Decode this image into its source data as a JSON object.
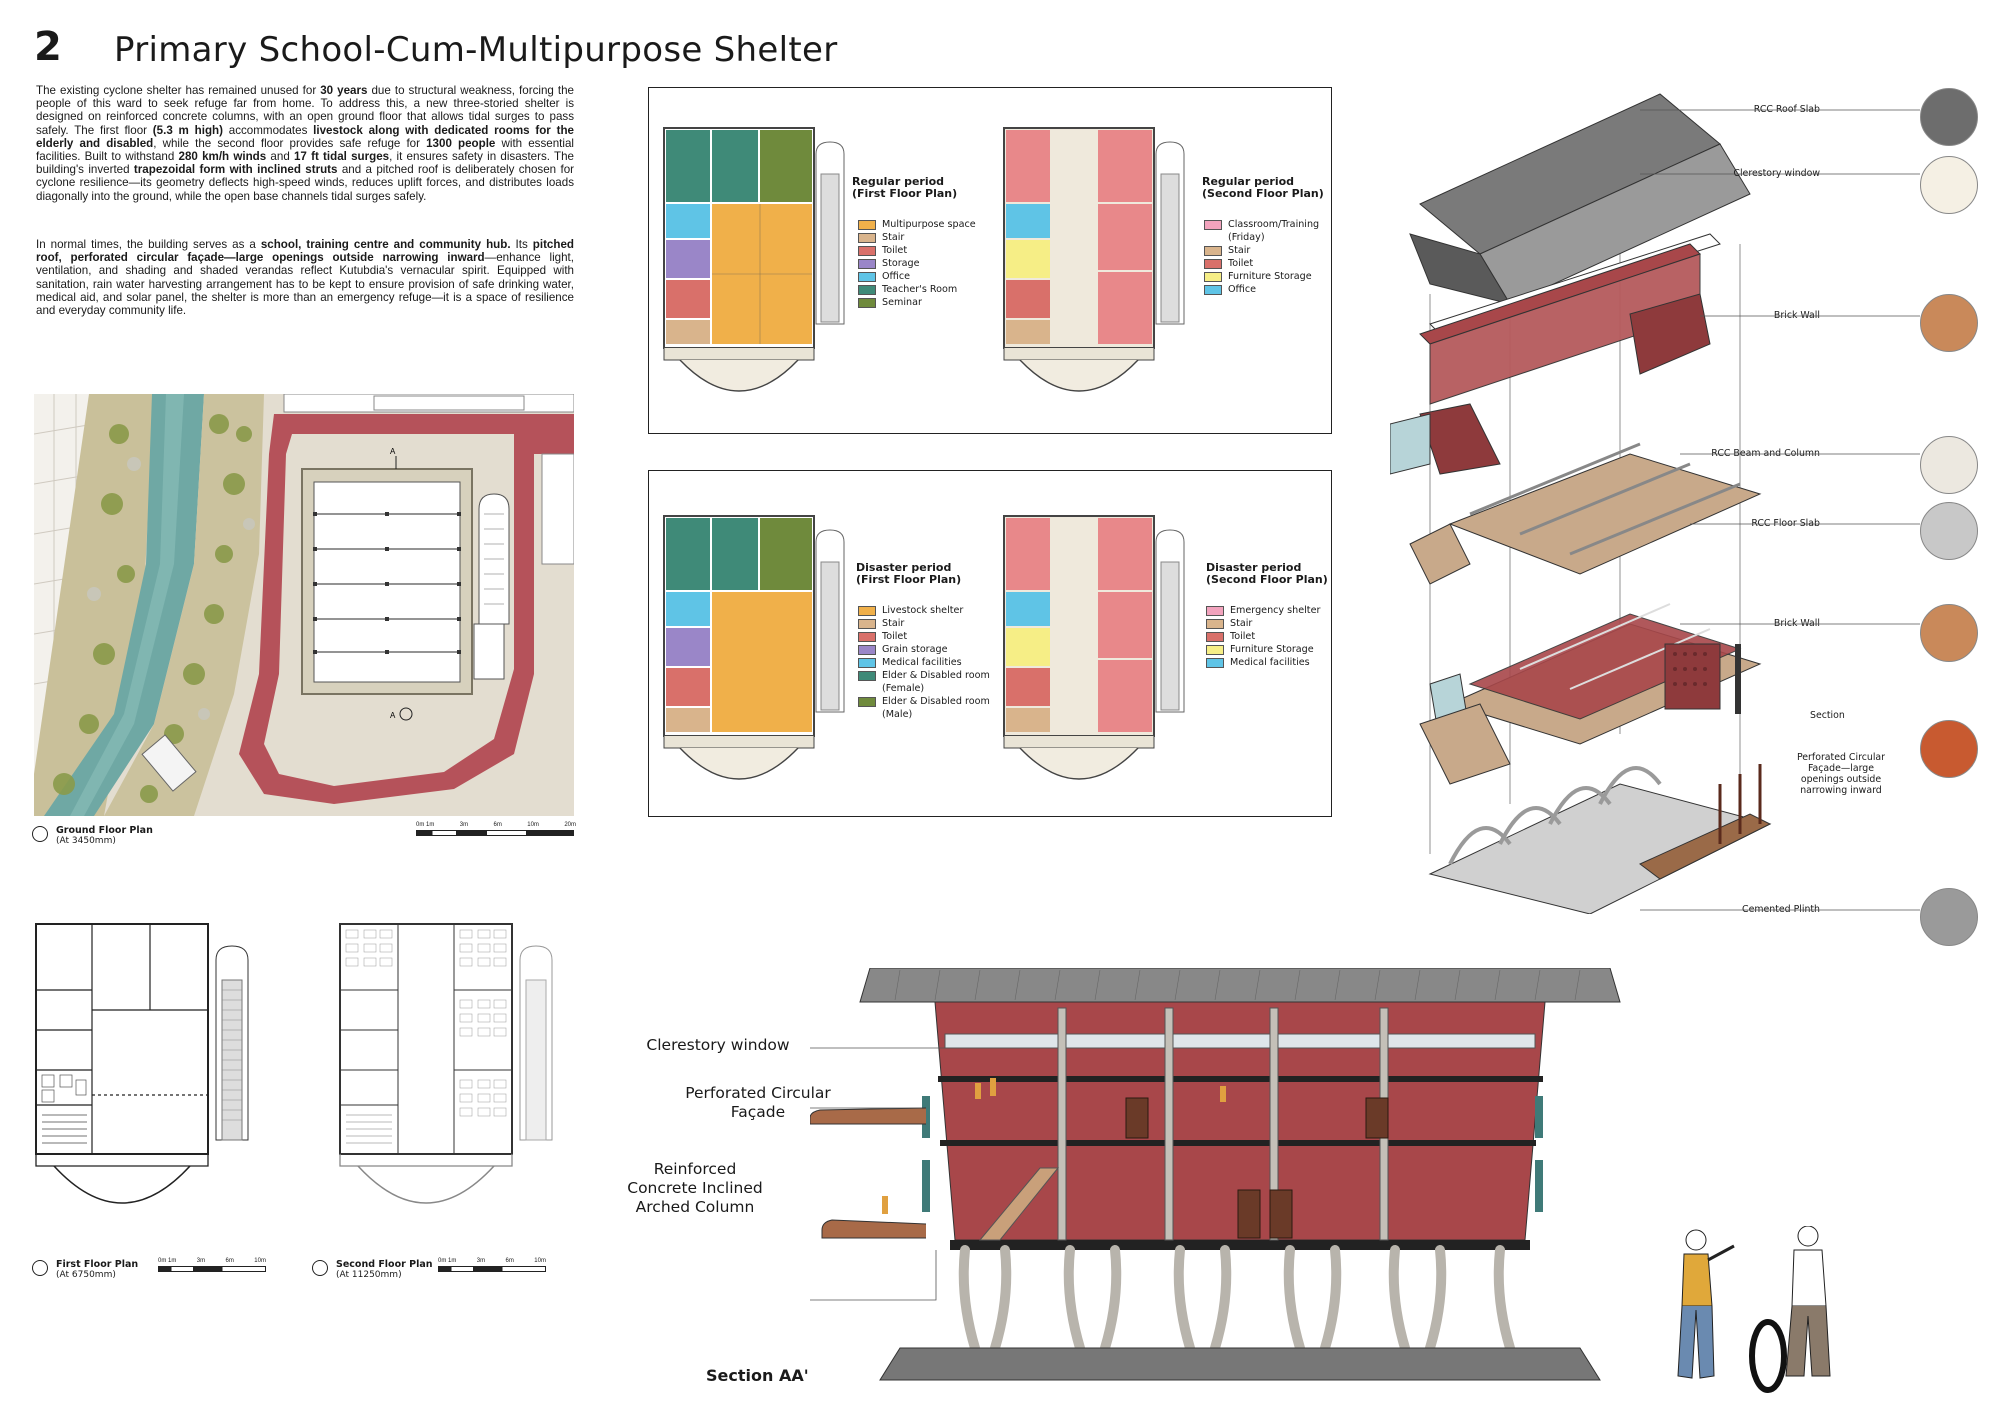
{
  "header": {
    "number": "2",
    "title": "Primary School-Cum-Multipurpose Shelter"
  },
  "intro": {
    "p1": [
      {
        "t": "The existing cyclone shelter has remained unused for "
      },
      {
        "t": "30 years",
        "b": true
      },
      {
        "t": " due to structural weakness, forcing the people of this ward to seek refuge far from home. To address this, a new three-storied shelter is designed on reinforced concrete columns, with an open ground floor that allows tidal surges to pass safely. The first floor "
      },
      {
        "t": "(5.3 m high)",
        "b": true
      },
      {
        "t": " accommodates "
      },
      {
        "t": "livestock along with dedicated rooms for the elderly and disabled",
        "b": true
      },
      {
        "t": ", while the second floor provides safe refuge for "
      },
      {
        "t": "1300 people",
        "b": true
      },
      {
        "t": " with essential facilities. Built to withstand "
      },
      {
        "t": "280 km/h winds",
        "b": true
      },
      {
        "t": " and "
      },
      {
        "t": "17 ft tidal surges",
        "b": true
      },
      {
        "t": ", it ensures safety in disasters. The building's inverted "
      },
      {
        "t": "trapezoidal form with inclined struts",
        "b": true
      },
      {
        "t": " and a pitched roof is deliberately chosen for cyclone resilience—its geometry deflects high-speed winds, reduces uplift forces, and distributes loads diagonally into the ground, while the open base channels tidal surges safely."
      }
    ],
    "p2": [
      {
        "t": "In normal times, the building serves as a "
      },
      {
        "t": "school, training centre and community hub.",
        "b": true
      },
      {
        "t": " Its "
      },
      {
        "t": "pitched roof, perforated circular façade—large openings outside narrowing inward",
        "b": true
      },
      {
        "t": "—enhance light, ventilation, and shading and shaded verandas reflect Kutubdia's vernacular spirit. Equipped with sanitation, rain water harvesting arrangement has to be kept to ensure provision of safe drinking water, medical aid, and solar panel, the shelter is more than an emergency refuge—it is a space of resilience and everyday community life."
      }
    ]
  },
  "ground_plan": {
    "title": "Ground Floor Plan",
    "sub": "(At 3450mm)",
    "marker": "A",
    "scale": [
      "0m 1m",
      "3m",
      "6m",
      "10m",
      "20m"
    ]
  },
  "first_plan": {
    "title": "First Floor Plan",
    "sub": "(At 6750mm)",
    "scale": [
      "0m 1m",
      "3m",
      "6m",
      "10m"
    ]
  },
  "second_plan": {
    "title": "Second Floor Plan",
    "sub": "(At 11250mm)",
    "scale": [
      "0m 1m",
      "3m",
      "6m",
      "10m"
    ]
  },
  "regular": {
    "first": {
      "title1": "Regular period",
      "title2": "(First Floor Plan)",
      "legend": [
        {
          "label": "Multipurpose space",
          "color": "#f0b04a"
        },
        {
          "label": "Stair",
          "color": "#d9b48c"
        },
        {
          "label": "Toilet",
          "color": "#d9706a"
        },
        {
          "label": "Storage",
          "color": "#9a86c8"
        },
        {
          "label": "Office",
          "color": "#5fc4e6"
        },
        {
          "label": "Teacher's Room",
          "color": "#3f8a78"
        },
        {
          "label": "Seminar",
          "color": "#6f8a3c"
        }
      ]
    },
    "second": {
      "title1": "Regular period",
      "title2": "(Second Floor Plan)",
      "legend": [
        {
          "label": "Classroom/Training (Friday)",
          "color": "#f2a3bd"
        },
        {
          "label": "Stair",
          "color": "#d9b48c"
        },
        {
          "label": "Toilet",
          "color": "#d9706a"
        },
        {
          "label": "Furniture Storage",
          "color": "#f6ee86"
        },
        {
          "label": "Office",
          "color": "#5fc4e6"
        }
      ]
    }
  },
  "disaster": {
    "first": {
      "title1": "Disaster period",
      "title2": "(First Floor Plan)",
      "legend": [
        {
          "label": "Livestock shelter",
          "color": "#f0b04a"
        },
        {
          "label": "Stair",
          "color": "#d9b48c"
        },
        {
          "label": "Toilet",
          "color": "#d9706a"
        },
        {
          "label": "Grain storage",
          "color": "#9a86c8"
        },
        {
          "label": "Medical facilities",
          "color": "#5fc4e6"
        },
        {
          "label": "Elder & Disabled room (Female)",
          "color": "#3f8a78"
        },
        {
          "label": "Elder & Disabled room (Male)",
          "color": "#6f8a3c"
        }
      ]
    },
    "second": {
      "title1": "Disaster period",
      "title2": "(Second Floor Plan)",
      "legend": [
        {
          "label": "Emergency shelter",
          "color": "#f2a3bd"
        },
        {
          "label": "Stair",
          "color": "#d9b48c"
        },
        {
          "label": "Toilet",
          "color": "#d9706a"
        },
        {
          "label": "Furniture Storage",
          "color": "#f6ee86"
        },
        {
          "label": "Medical facilities",
          "color": "#5fc4e6"
        }
      ]
    }
  },
  "exploded": {
    "callouts": [
      "RCC Roof Slab",
      "Clerestory window",
      "Brick Wall",
      "RCC Beam and Column",
      "RCC Floor Slab",
      "Brick Wall",
      "Section",
      "Perforated Circular Façade—large openings outside narrowing inward",
      "Cemented Plinth"
    ]
  },
  "section": {
    "labels": [
      "Clerestory window",
      "Perforated Circular Façade",
      "Reinforced Concrete Inclined Arched Column"
    ],
    "title": "Section AA'"
  },
  "colors": {
    "brick": "#a8474a",
    "wall": "#8e3a3c",
    "water": "#6fa8a4",
    "road": "#b5525a",
    "sand": "#e3ddd0"
  }
}
